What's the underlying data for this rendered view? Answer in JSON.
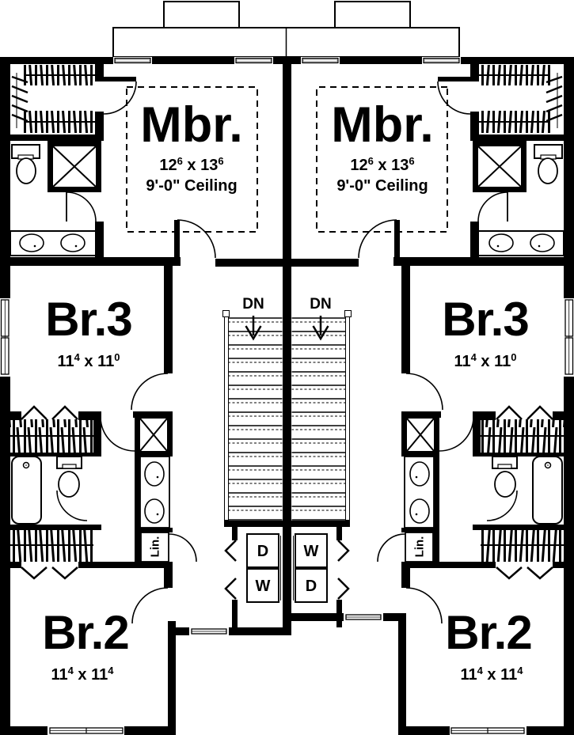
{
  "colors": {
    "ink": "#000000",
    "paper": "#ffffff",
    "window_fill": "#a8a8a8"
  },
  "rooms": {
    "master": {
      "name": "Mbr.",
      "dim": {
        "d1": "12",
        "s1": "6",
        "sep": " x ",
        "d2": "13",
        "s2": "6"
      },
      "ceiling": "9'-0\" Ceiling"
    },
    "bedroom3": {
      "name": "Br.3",
      "dim": {
        "d1": "11",
        "s1": "4",
        "sep": " x ",
        "d2": "11",
        "s2": "0"
      }
    },
    "bedroom2": {
      "name": "Br.2",
      "dim": {
        "d1": "11",
        "s1": "4",
        "sep": " x ",
        "d2": "11",
        "s2": "4"
      }
    }
  },
  "labels": {
    "stairs_down": "DN",
    "linen": "Lin.",
    "washer": "W",
    "dryer": "D"
  }
}
